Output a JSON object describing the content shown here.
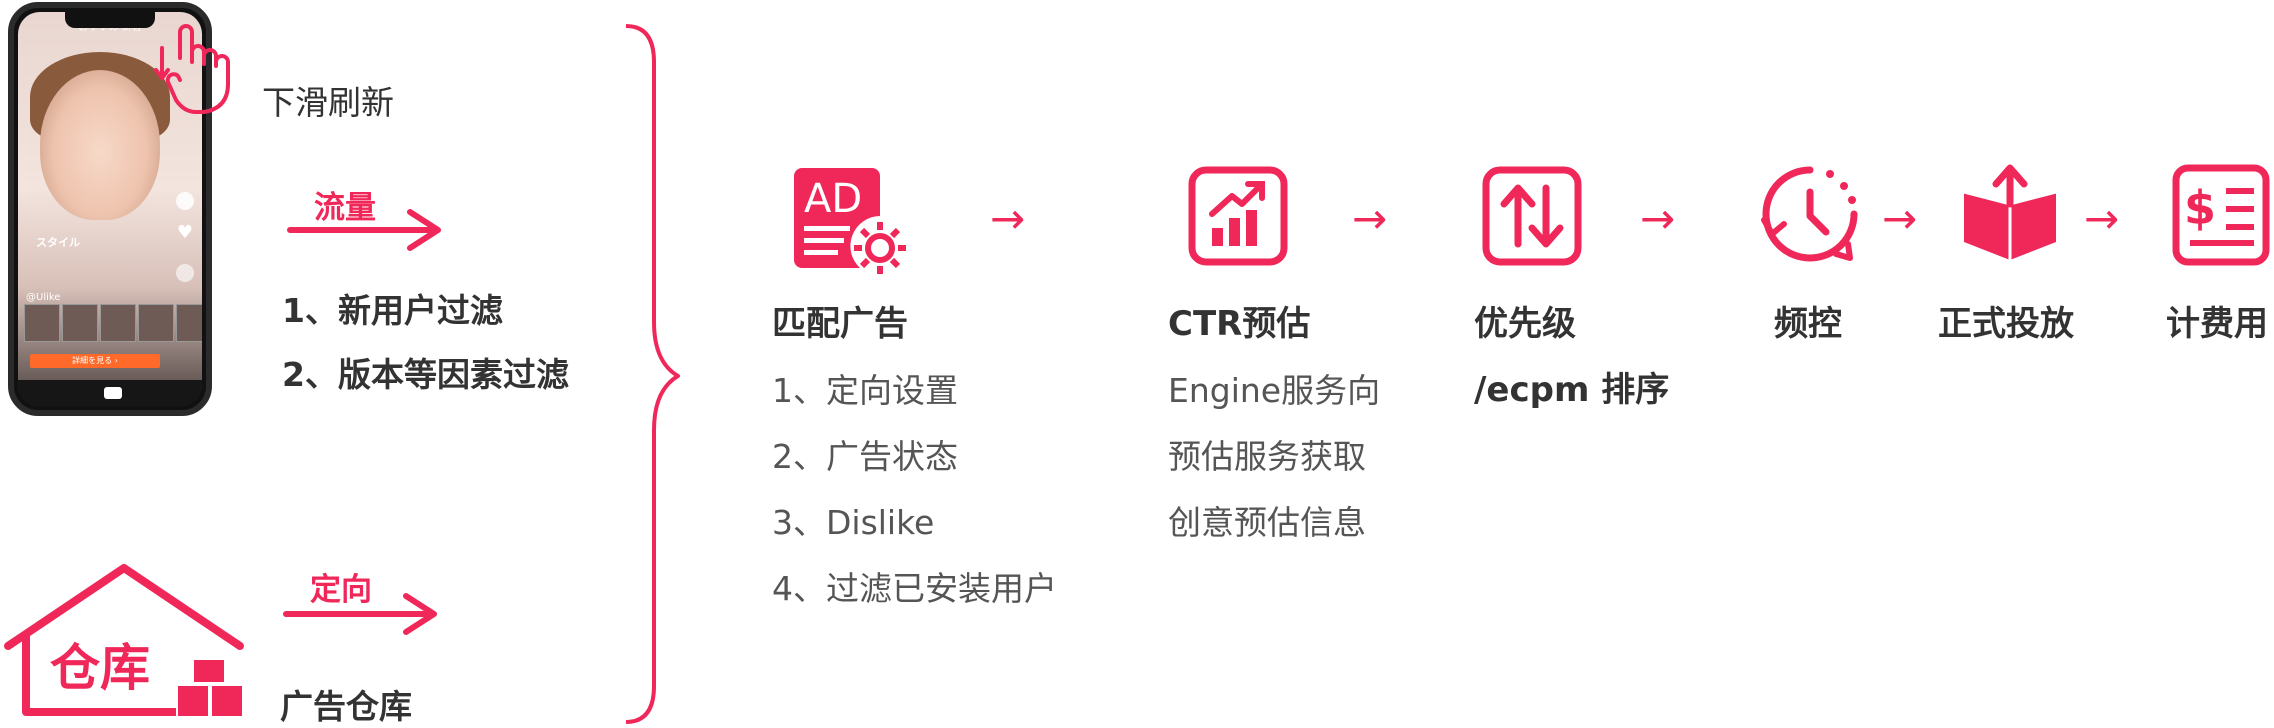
{
  "phone": {
    "top_tabs": "おすすめ   新着",
    "caption_tag": "スタイル",
    "username": "@Ulike",
    "cta_button": "詳細を見る ›"
  },
  "swipe_label": "下滑刷新",
  "traffic": {
    "label": "流量",
    "filters": [
      "1、新用户过滤",
      "2、版本等因素过滤"
    ]
  },
  "targeting": {
    "label": "定向",
    "warehouse_sign": "仓库",
    "warehouse_label": "广告仓库"
  },
  "steps": [
    {
      "icon": "ad-settings-icon",
      "title": "匹配广告",
      "items": [
        "1、定向设置",
        "2、广告状态",
        "3、Dislike",
        "4、过滤已安装用户"
      ]
    },
    {
      "icon": "growth-chart-icon",
      "title": "CTR预估",
      "items": [
        "Engine服务向",
        "预估服务获取",
        "创意预估信息"
      ]
    },
    {
      "icon": "sort-arrows-icon",
      "title": "优先级",
      "title2": "/ecpm 排序",
      "items": []
    },
    {
      "icon": "clock-refresh-icon",
      "title": "频控",
      "items": []
    },
    {
      "icon": "delivery-box-icon",
      "title": "正式投放",
      "items": []
    },
    {
      "icon": "billing-icon",
      "title": "计费用",
      "items": []
    }
  ],
  "arrow_glyph": "→",
  "colors": {
    "accent": "#f0285a",
    "text": "#333333",
    "muted": "#555555"
  }
}
